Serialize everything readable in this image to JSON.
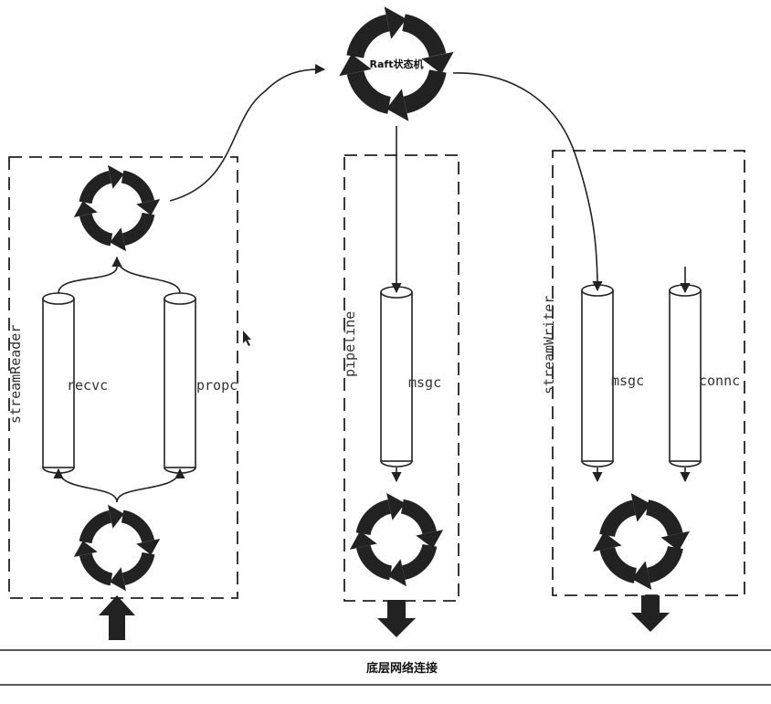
{
  "raft_state_machine": {
    "label": "Raft状态机"
  },
  "stream_reader": {
    "title": "streamReader",
    "channels": [
      {
        "label": "recvc"
      },
      {
        "label": "propc"
      }
    ]
  },
  "pipeline": {
    "title": "pipeline",
    "channels": [
      {
        "label": "msgc"
      }
    ]
  },
  "stream_writer": {
    "title": "streamWriter",
    "channels": [
      {
        "label": "msgc"
      },
      {
        "label": "connc"
      }
    ]
  },
  "network_layer": {
    "label": "底层网络连接"
  },
  "colors": {
    "ink": "#222222",
    "background": "#ffffff"
  },
  "icons": [
    "cycle-icon",
    "arrow-up-icon",
    "arrow-down-icon",
    "mouse-cursor-icon"
  ]
}
